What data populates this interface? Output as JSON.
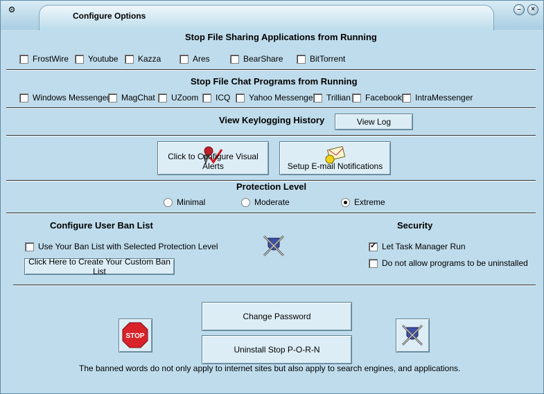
{
  "window": {
    "title": "Configure Options"
  },
  "file_sharing": {
    "heading": "Stop File Sharing Applications from Running",
    "items": [
      "FrostWire",
      "Youtube",
      "Kazza",
      "Ares",
      "BearShare",
      "BitTorrent"
    ]
  },
  "chat": {
    "heading": "Stop File Chat Programs from Running",
    "items": [
      "Windows Messenger",
      "MagChat",
      "UZoom",
      "ICQ",
      "Yahoo Messenger",
      "Trillian",
      "Facebook",
      "IntraMessenger"
    ]
  },
  "keylog": {
    "heading": "View Keylogging History",
    "button": "View Log"
  },
  "alerts": {
    "visual_button": "Click to Configure Visual Alerts",
    "email_button": "Setup E-mail Notifications"
  },
  "protection": {
    "heading": "Protection Level",
    "options": [
      "Minimal",
      "Moderate",
      "Extreme"
    ],
    "selected": "Extreme"
  },
  "ban_list": {
    "heading": "Configure User Ban List",
    "use_label": "Use Your Ban List with Selected Protection Level",
    "use_checked": false,
    "create_button": "Click Here to Create Your Custom Ban List"
  },
  "security": {
    "heading": "Security",
    "task_manager_label": "Let  Task Manager Run",
    "task_manager_checked": true,
    "uninstall_label": "Do not allow programs to be uninstalled",
    "uninstall_checked": false
  },
  "actions": {
    "change_password": "Change Password",
    "uninstall": "Uninstall Stop P-O-R-N",
    "stop_sign_text": "STOP"
  },
  "footer": "The banned words do not only apply to internet sites but also apply to search engines, and applications.",
  "colors": {
    "background": "#bfdcec",
    "button_face": "#dcedf6",
    "stop_red": "#d8232a"
  }
}
